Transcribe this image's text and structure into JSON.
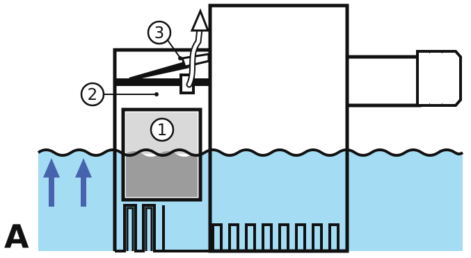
{
  "panel_label": "A",
  "callouts": [
    {
      "id": "float",
      "number": "1"
    },
    {
      "id": "chamber",
      "number": "2"
    },
    {
      "id": "vent-flap",
      "number": "3"
    }
  ],
  "colors": {
    "water": "#a4dcf4",
    "outline": "#111111",
    "float_top": "#d9d9d9",
    "float_bottom": "#9c9c9c",
    "arrow": "#4863ae",
    "vent_stream": "#ffffff"
  },
  "icons": [
    "up-arrow-icon",
    "up-arrow-icon",
    "vent-air-arrow-icon"
  ]
}
